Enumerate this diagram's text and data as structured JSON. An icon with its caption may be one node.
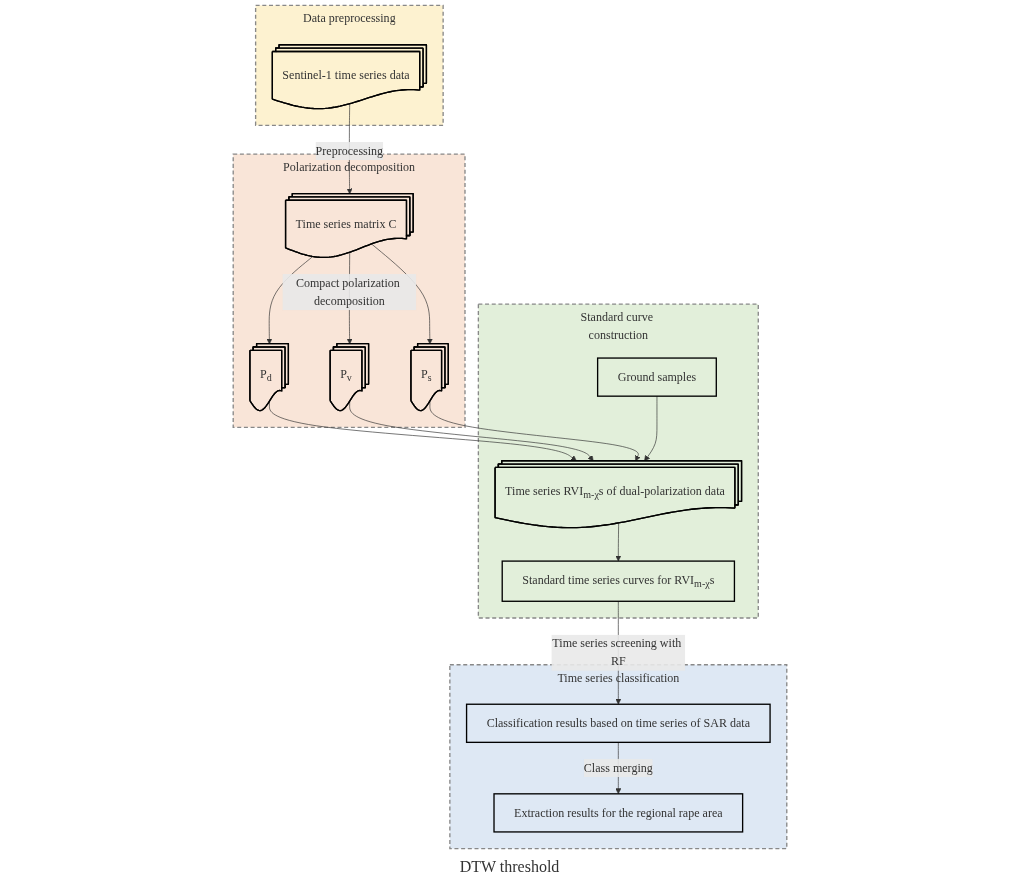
{
  "diagram": {
    "nodes": [
      {
        "text": [
          "Data preprocessing"
        ]
      },
      {
        "text": [
          "Sentinel-1 time series data"
        ],
        "in": 0
      },
      {
        "text": [
          "Polarization decomposition"
        ]
      },
      {
        "text": [
          "Time series matrix C"
        ],
        "in": 2
      },
      {
        "text": [
          "P$_{d}$"
        ],
        "in": 2
      },
      {
        "text": [
          "P$_{v}$"
        ],
        "in": 2
      },
      {
        "text": [
          "P$_{s}$"
        ],
        "in": 2
      },
      {
        "text": [
          "Standard curve construction"
        ]
      },
      {
        "text": [
          "Time series RVI$_{m-χ}$s of dual-polarization data"
        ],
        "in": 7
      },
      {
        "text": [
          "Ground samples"
        ],
        "in": 7
      },
      {
        "text": [
          "Standard time series curves for RVI$_{m-χ}$s"
        ],
        "in": 7
      },
      {
        "text": [
          "Time series classification"
        ]
      },
      {
        "text": [
          "Classification results based on time series of SAR data"
        ],
        "in": 11
      },
      {
        "text": [
          "Extraction results for the regional rape area"
        ],
        "in": 11
      }
    ],
    "edges": [
      {
        "from": 1,
        "to": 3,
        "arrow": "to",
        "label": "Preprocessing"
      },
      {
        "from": 3,
        "to": 4,
        "arrow": "to"
      },
      {
        "from": 3,
        "to": 5,
        "arrow": "to",
        "label": "Compact polarization decomposition"
      },
      {
        "from": 3,
        "to": 6,
        "arrow": "to"
      },
      {
        "from": 4,
        "to": 8,
        "arrow": "to"
      },
      {
        "from": 5,
        "to": 8,
        "arrow": "to"
      },
      {
        "from": 6,
        "to": 8,
        "arrow": "to"
      },
      {
        "from": 9,
        "to": 8,
        "arrow": "to"
      },
      {
        "from": 8,
        "to": 10,
        "arrow": "to"
      },
      {
        "from": 10,
        "to": 12,
        "arrow": "to",
        "label": "Time series screening with RF"
      },
      {
        "from": 12,
        "to": 13,
        "arrow": "to",
        "label": "Class merging"
      }
    ],
    "labels": [
      "DTW threshold"
    ]
  }
}
